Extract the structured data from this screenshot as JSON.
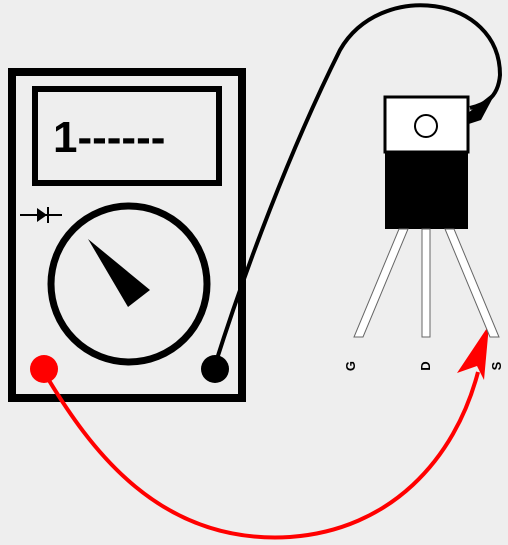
{
  "multimeter": {
    "display_reading": "1------",
    "mode_icon": "diode-symbol-icon",
    "probe_colors": {
      "positive": "#ff0000",
      "common": "#000000"
    }
  },
  "transistor": {
    "pins": [
      {
        "label": "G"
      },
      {
        "label": "D"
      },
      {
        "label": "S"
      }
    ]
  },
  "colors": {
    "background": "#eeeeee",
    "body_outline": "#000000",
    "red_lead": "#ff0000",
    "black_lead": "#000000"
  }
}
